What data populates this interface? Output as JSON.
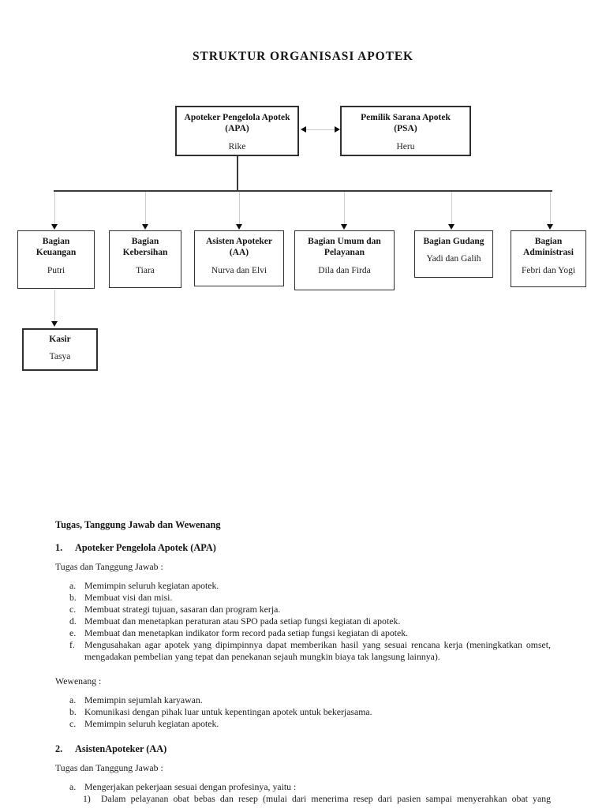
{
  "page_title": "STRUKTUR ORGANISASI APOTEK",
  "colors": {
    "page_background": "#ffffff",
    "text": "#1a1a1a",
    "box_border": "#2f2f2f",
    "connector_dark": "#3a3a3a",
    "connector_light": "#cccccc",
    "arrowhead": "#101010"
  },
  "org_chart": {
    "nodes": [
      {
        "id": "apa",
        "title_lines": [
          "Apoteker Pengelola Apotek",
          "(APA)"
        ],
        "name": "Rike"
      },
      {
        "id": "psa",
        "title_lines": [
          "Pemilik Sarana Apotek",
          "(PSA)"
        ],
        "name": "Heru"
      },
      {
        "id": "keuangan",
        "title_lines": [
          "Bagian",
          "Keuangan"
        ],
        "name": "Putri"
      },
      {
        "id": "kebersihan",
        "title_lines": [
          "Bagian",
          "Kebersihan"
        ],
        "name": "Tiara"
      },
      {
        "id": "aa",
        "title_lines": [
          "Asisten Apoteker",
          "(AA)"
        ],
        "name": "Nurva dan Elvi"
      },
      {
        "id": "umum",
        "title_lines": [
          "Bagian Umum dan",
          "Pelayanan"
        ],
        "name": "Dila dan Firda"
      },
      {
        "id": "gudang",
        "title_lines": [
          "Bagian Gudang"
        ],
        "name": "Yadi dan Galih"
      },
      {
        "id": "administrasi",
        "title_lines": [
          "Bagian",
          "Administrasi"
        ],
        "name": "Febri dan Yogi"
      },
      {
        "id": "kasir",
        "title_lines": [
          "Kasir"
        ],
        "name": "Tasya"
      }
    ],
    "edges": [
      "APA <-> PSA (double arrow)",
      "APA -> Bagian Keuangan",
      "APA -> Bagian Kebersihan",
      "APA -> Asisten Apoteker (AA)",
      "APA -> Bagian Umum dan Pelayanan",
      "APA -> Bagian Gudang",
      "APA -> Bagian Administrasi",
      "Bagian Keuangan -> Kasir"
    ]
  },
  "document": {
    "heading": "Tugas, Tanggung Jawab dan Wewenang",
    "section1": {
      "number": "1.",
      "title": "Apoteker Pengelola Apotek (APA)",
      "tugas_label": "Tugas dan Tanggung Jawab :",
      "tugas_items": [
        {
          "marker": "a.",
          "text": "Memimpin seluruh kegiatan apotek."
        },
        {
          "marker": "b.",
          "text": "Membuat visi dan misi."
        },
        {
          "marker": "c.",
          "text": "Membuat strategi tujuan, sasaran dan program kerja."
        },
        {
          "marker": "d.",
          "text": "Membuat dan menetapkan peraturan atau SPO pada setiap fungsi kegiatan di apotek."
        },
        {
          "marker": "e.",
          "text": "Membuat dan menetapkan indikator form record pada setiap fungsi kegiatan di apotek."
        },
        {
          "marker": "f.",
          "text": "Mengusahakan agar apotek yang dipimpinnya dapat memberikan hasil yang sesuai rencana kerja (meningkatkan omset, mengadakan pembelian yang tepat dan penekanan sejauh mungkin biaya tak langsung lainnya).",
          "justify": true
        }
      ],
      "wewenang_label": "Wewenang :",
      "wewenang_items": [
        {
          "marker": "a.",
          "text": "Memimpin sejumlah karyawan."
        },
        {
          "marker": "b.",
          "text": "Komunikasi dengan pihak luar untuk kepentingan apotek untuk bekerjasama."
        },
        {
          "marker": "c.",
          "text": "Memimpin seluruh kegiatan apotek."
        }
      ]
    },
    "section2": {
      "number": "2.",
      "title": "AsistenApoteker (AA)",
      "tugas_label": "Tugas dan Tanggung Jawab :",
      "items": [
        {
          "marker": "a.",
          "text": "Mengerjakan pekerjaan sesuai dengan profesinya, yaitu :"
        },
        {
          "marker": "1)",
          "text": "Dalam pelayanan obat bebas dan resep (mulai dari menerima resep dari pasien sampai menyerahkan obat yang",
          "nested": true,
          "justify_last": true
        }
      ]
    }
  }
}
